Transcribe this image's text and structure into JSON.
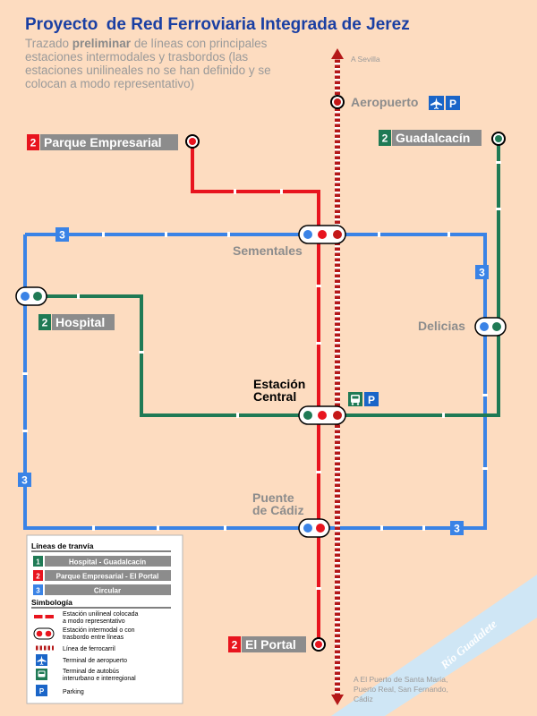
{
  "title": {
    "part1": "Proyecto",
    "part2": "de Red Ferroviaria Integrada de Jerez"
  },
  "subtitle": {
    "line1_a": "Trazado ",
    "line1_b": "preliminar",
    "line1_c": " de líneas con principales",
    "line2": "estaciones intermodales y trasbordos (las",
    "line3": "estaciones unilineales no se han definido y se",
    "line4": "colocan a modo representativo)"
  },
  "directions": {
    "north": "A Sevilla",
    "south_1": "A El Puerto de Santa María,",
    "south_2": "Puerto Real, San Fernando,",
    "south_3": "Cádiz"
  },
  "stations": {
    "aeropuerto": "Aeropuerto",
    "parque": "Parque Empresarial",
    "guadalcacin": "Guadalcacín",
    "sementales": "Sementales",
    "hospital": "Hospital",
    "delicias": "Delicias",
    "central_1": "Estación",
    "central_2": "Central",
    "puente_1": "Puente",
    "puente_2": "de Cádiz",
    "portal": "El Portal"
  },
  "line_numbers": {
    "green": "2",
    "red": "2",
    "blue": "3"
  },
  "icons": {
    "parking": "P"
  },
  "colors": {
    "red": "#e8141e",
    "green": "#1f7a55",
    "blue": "#3a83e6",
    "grey_tag": "#8c8c8c",
    "background": "#fddcc0",
    "river": "#cfe6f5"
  },
  "legend": {
    "lines_header": "Líneas de tranvía",
    "lines": [
      {
        "num": "1",
        "label": "Hospital - Guadalcacín",
        "color": "#1f7a55"
      },
      {
        "num": "2",
        "label": "Parque Empresarial - El Portal",
        "color": "#e8141e"
      },
      {
        "num": "3",
        "label": "Circular",
        "color": "#3a83e6"
      }
    ],
    "symbols_header": "Simbología",
    "sym_station_1": "Estación unilineal colocada",
    "sym_station_2": "a modo representativo",
    "sym_interchange_1": "Estación intermodal o con",
    "sym_interchange_2": "trasbordo entre líneas",
    "sym_rail": "Línea de ferrocarril",
    "sym_airport": "Terminal de aeropuerto",
    "sym_bus_1": "Terminal de autobús",
    "sym_bus_2": "interurbano e interregional",
    "sym_parking": "Parking"
  },
  "river": "Río Guadalete"
}
